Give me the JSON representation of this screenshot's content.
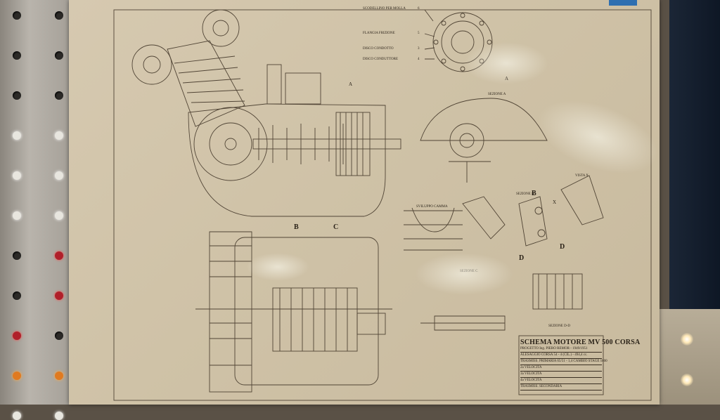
{
  "title_block": {
    "title": "SCHEMA MOTORE MV 500 CORSA",
    "lines": [
      "PROGETTO Ing. PIERO REMOR - 1949/1951",
      "ALESAGGIO CORSA 54 - 4 (CIL.) - 494,4 cc.",
      "TRASMISS. PRIMARIA 65/51 - 1,4   CAMBIO STAGE 1800",
      "2a VELOCITA",
      "3a VELOCITA",
      "4a VELOCITA",
      "TRASMISS. SECONDARIA"
    ]
  },
  "legend": [
    "SCODELLINO PER MOLLA",
    "FLANGIA FRIZIONE",
    "DISCO CONDOTTO",
    "DISCO CONDUTTORE"
  ],
  "legend_markers": [
    "6",
    "5",
    "3",
    "4"
  ],
  "section_labels": {
    "sezione_a": "SEZIONE A",
    "a_top": "A",
    "a_right": "A",
    "sezione_b": "SEZIONE B",
    "b_left": "B",
    "b_right": "B",
    "c_right": "C",
    "sezione_c": "SEZIONE C",
    "vista_x": "VISTA X",
    "x_mark": "X",
    "d_left": "D",
    "d_right": "D",
    "sezione_dd": "SEZIONE D-D",
    "sviluppo": "SVILUPPO CAMMA"
  }
}
